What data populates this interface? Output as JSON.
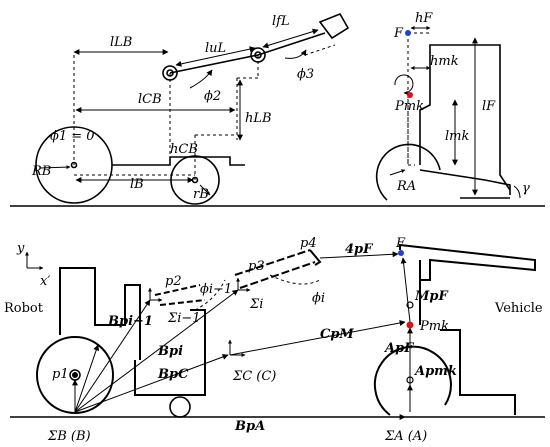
{
  "colors": {
    "ink": "#000000",
    "blue_point": "#1f3fd6",
    "red_point": "#e01010"
  },
  "top_left": {
    "phi1_label": "ϕ1 = 0",
    "lLB": "lLB",
    "luL": "luL",
    "lfL": "lfL",
    "phi2": "ϕ2",
    "phi3": "ϕ3",
    "lCB": "lCB",
    "hLB": "hLB",
    "hCB": "hCB",
    "RB": "RB",
    "lB": "lB",
    "rB": "rB"
  },
  "top_right": {
    "F": "F",
    "hF": "hF",
    "hmk": "hmk",
    "Pmk": "Pmk",
    "lF": "lF",
    "lmk": "lmk",
    "RA": "RA",
    "gamma": "γ"
  },
  "bottom": {
    "axis_y": "y",
    "axis_x": "x′",
    "robot": "Robot",
    "vehicle": "Vehicle",
    "p1": "p1",
    "p2": "p2",
    "p3": "p3",
    "p4": "p4",
    "phi_im1": "ϕi−1",
    "phi_i": "ϕi",
    "Sigma_im1": "Σi−1",
    "Sigma_i": "Σi",
    "B_p_im1": "Bpi−1",
    "B_p_i": "Bpi",
    "B_p_C": "BpC",
    "Sigma_C": "ΣC (C)",
    "C_p_M": "CpM",
    "four_p_F": "4pF",
    "B_p_A": "BpA",
    "Sigma_B": "ΣB (B)",
    "Sigma_A": "ΣA (A)",
    "F": "F",
    "M_p_F": "MpF",
    "Pmk": "Pmk",
    "A_p_F": "ApF",
    "A_p_mk": "Apmk"
  }
}
